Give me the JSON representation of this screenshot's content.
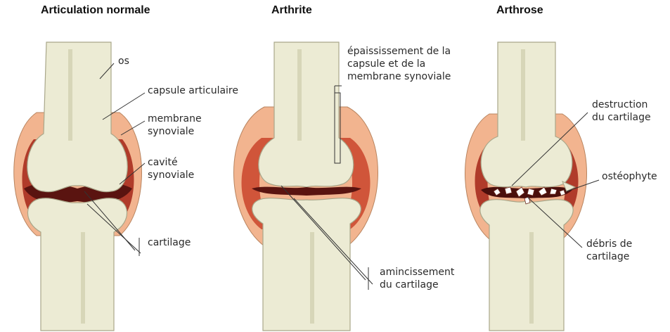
{
  "panels": [
    {
      "title": "Articulation normale",
      "labels": [
        "os",
        "capsule articulaire",
        "membrane\nsynoviale",
        "cavité\nsynoviale",
        "cartilage"
      ]
    },
    {
      "title": "Arthrite",
      "labels": [
        "épaississement de la\ncapsule et de la\nmembrane synoviale",
        "amincissement\ndu cartilage"
      ]
    },
    {
      "title": "Arthrose",
      "labels": [
        "destruction\ndu cartilage",
        "ostéophyte",
        "débris de\ncartilage"
      ]
    }
  ],
  "colors": {
    "bone": "#ecebd4",
    "bone_shade": "#d7d6b8",
    "capsule": "#f2b48f",
    "synovial_membrane": "#b03b2a",
    "cavity": "#5a1410",
    "leader_line": "#333333"
  }
}
